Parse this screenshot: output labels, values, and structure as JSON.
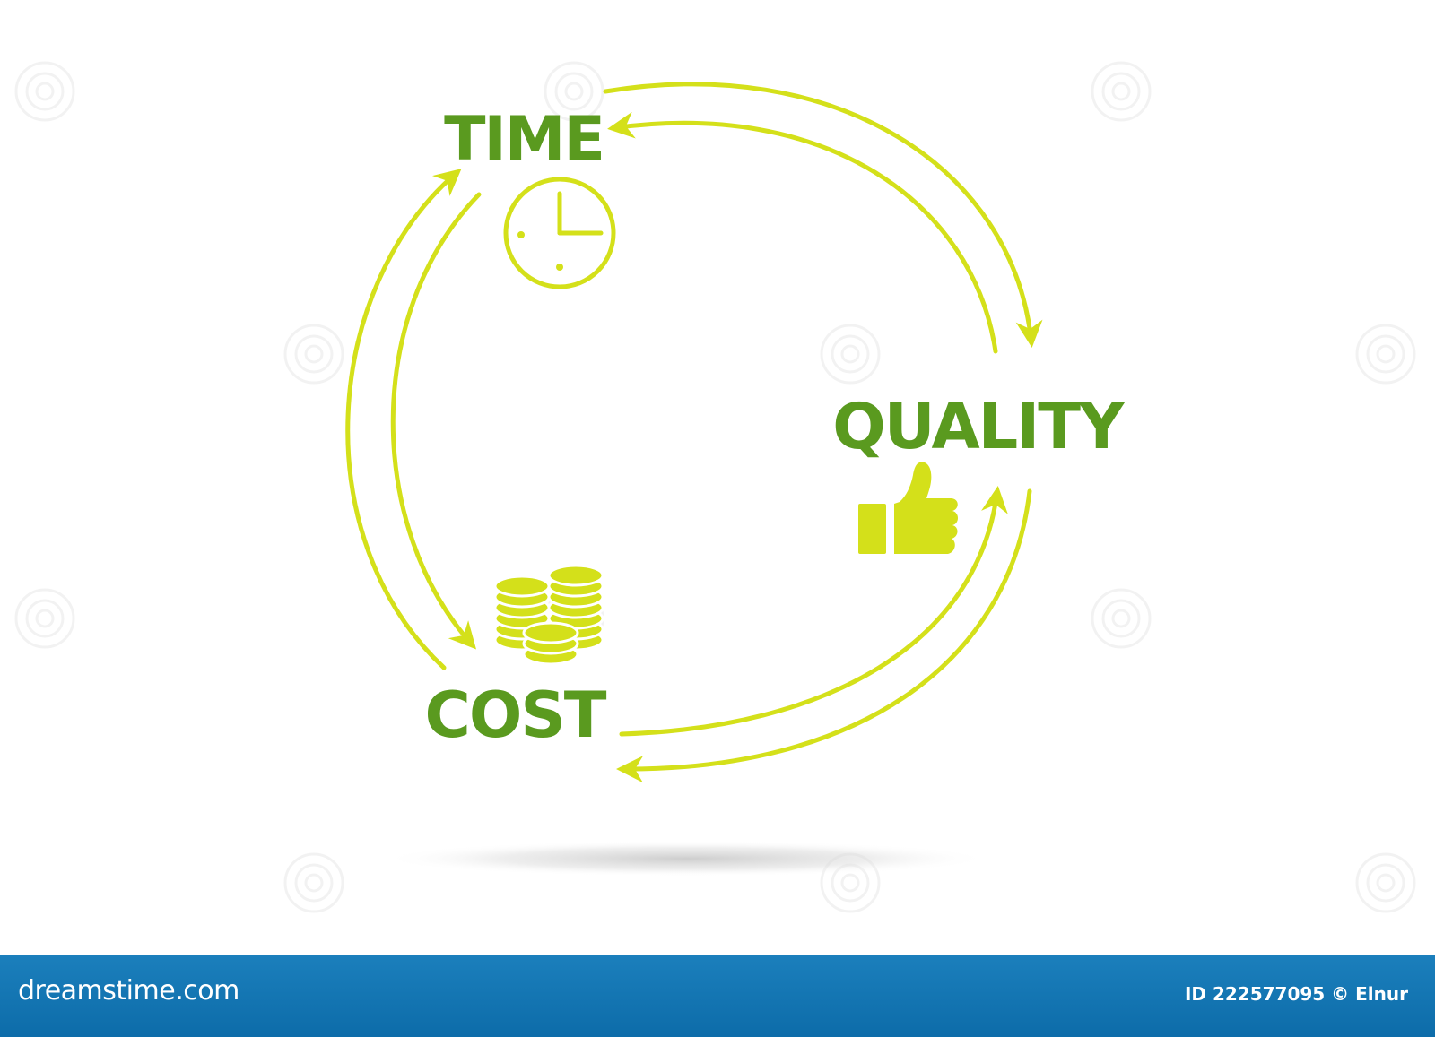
{
  "diagram": {
    "nodes": {
      "time": {
        "label": "TIME",
        "icon": "clock-icon"
      },
      "quality": {
        "label": "QUALITY",
        "icon": "thumbs-up-icon"
      },
      "cost": {
        "label": "COST",
        "icon": "coins-icon"
      }
    },
    "edges": [
      {
        "from": "time",
        "to": "quality"
      },
      {
        "from": "quality",
        "to": "time"
      },
      {
        "from": "quality",
        "to": "cost"
      },
      {
        "from": "cost",
        "to": "quality"
      },
      {
        "from": "cost",
        "to": "time"
      },
      {
        "from": "time",
        "to": "cost"
      }
    ],
    "colors": {
      "label": "#5a9a1f",
      "arrow": "#d4e01a",
      "icon": "#d4e01a",
      "background": "#ffffff"
    }
  },
  "footer": {
    "brand": "dreamstime.com",
    "credit": "ID 222577095 © Elnur",
    "background": "#0f73b0"
  }
}
